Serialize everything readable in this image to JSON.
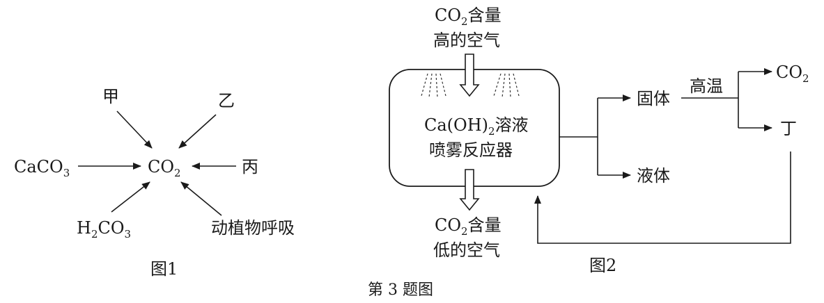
{
  "fig1": {
    "center": {
      "main": "CO",
      "sub": "2"
    },
    "top_left": "甲",
    "top_right": "乙",
    "left": {
      "main": "CaCO",
      "sub": "3"
    },
    "right": "丙",
    "bottom_left": {
      "pre": "H",
      "sub1": "2",
      "mid": "CO",
      "sub2": "3"
    },
    "bottom_right": "动植物呼吸",
    "caption": "图1"
  },
  "fig2": {
    "input": {
      "main": "CO",
      "sub": "2",
      "rest": "含量",
      "line2": "高的空气"
    },
    "reactor": {
      "line1_pre": "Ca(OH)",
      "line1_sub": "2",
      "line1_post": "溶液",
      "line2": "喷雾反应器"
    },
    "solid": "固体",
    "liquid": "液体",
    "high_temp": "高温",
    "co2_out": {
      "main": "CO",
      "sub": "2"
    },
    "ding": "丁",
    "output": {
      "main": "CO",
      "sub": "2",
      "rest": "含量",
      "line2": "低的空气"
    },
    "caption": "图2"
  },
  "title": "第 3 题图"
}
